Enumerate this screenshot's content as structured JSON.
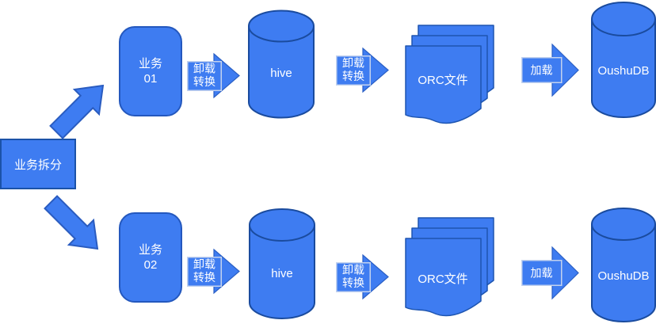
{
  "colors": {
    "shape_fill": "#3E7CF1",
    "shape_border_dark": "#1B52A8",
    "round_box_border": "#2458BE",
    "cylinder_border": "#1A4B9E",
    "arrow_body_light_border": "#C3D2EE",
    "arrow_head_border": "#2A5FC4",
    "text": "#FFFFFF",
    "background": "#FFFFFF"
  },
  "splitter": {
    "label": "业务拆分"
  },
  "top_row": {
    "service": {
      "line1": "业务",
      "line2": "01"
    },
    "unload_arrow1": {
      "line1": "卸载",
      "line2": "转换"
    },
    "hive": {
      "label": "hive"
    },
    "unload_arrow2": {
      "line1": "卸载",
      "line2": "转换"
    },
    "orc": {
      "label": "ORC文件"
    },
    "load_arrow": {
      "label": "加载"
    },
    "database": {
      "label": "OushuDB"
    }
  },
  "bottom_row": {
    "service": {
      "line1": "业务",
      "line2": "02"
    },
    "unload_arrow1": {
      "line1": "卸载",
      "line2": "转换"
    },
    "hive": {
      "label": "hive"
    },
    "unload_arrow2": {
      "line1": "卸载",
      "line2": "转换"
    },
    "orc": {
      "label": "ORC文件"
    },
    "load_arrow": {
      "label": "加载"
    },
    "database": {
      "label": "OushuDB"
    }
  }
}
